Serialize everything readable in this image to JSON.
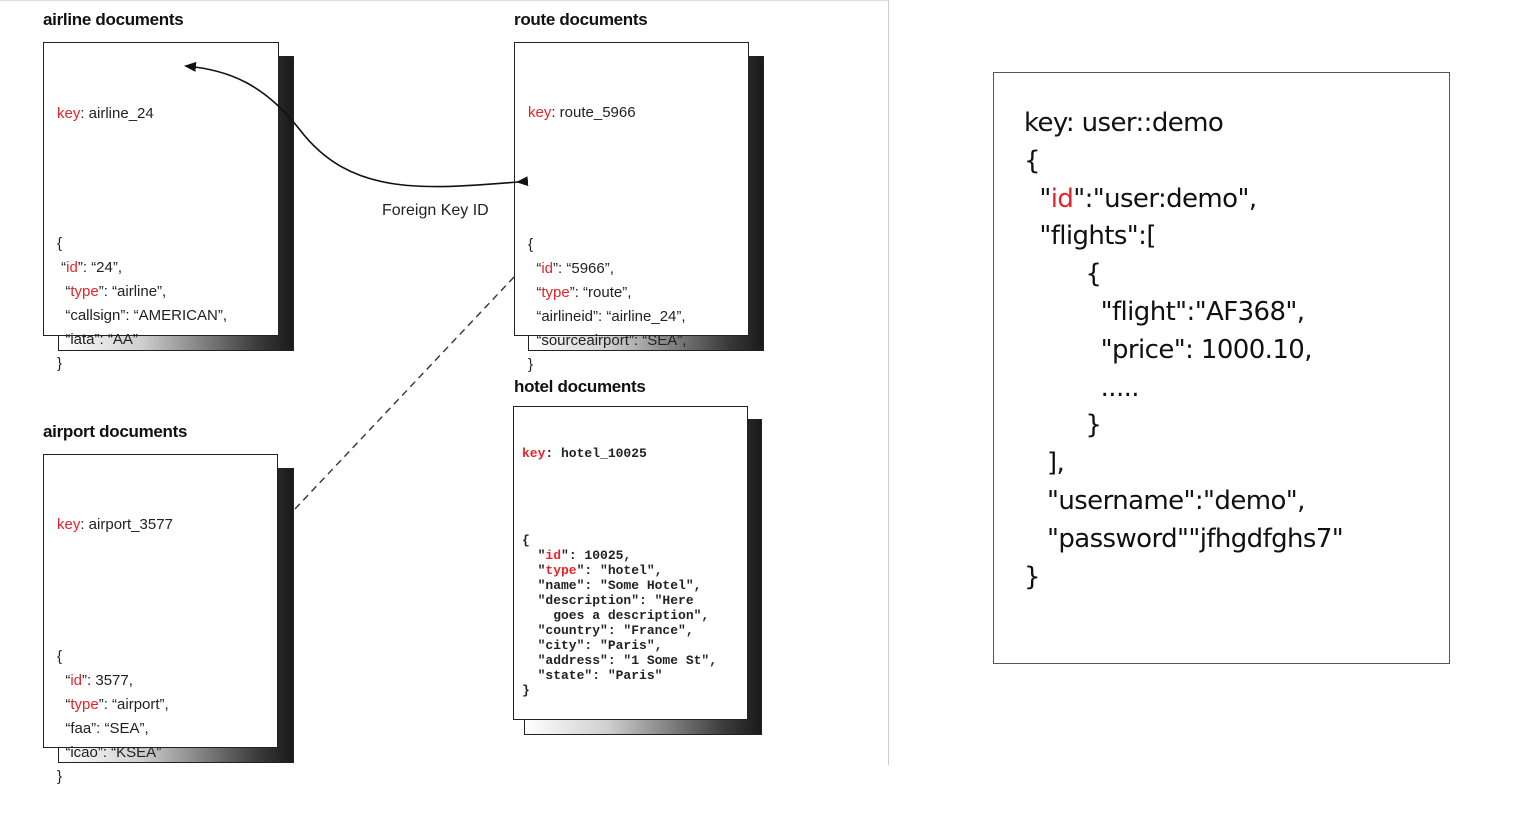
{
  "diagram": {
    "titles": {
      "airline": "airline documents",
      "route": "route documents",
      "airport": "airport documents",
      "hotel": "hotel documents"
    },
    "airline_doc": {
      "key_label": "key",
      "key_value": ": airline_24",
      "lines": [
        {
          "pre": "{",
          "red": "",
          "post": ""
        },
        {
          "pre": " “",
          "red": "id",
          "post": "”: “24”,"
        },
        {
          "pre": "  “",
          "red": "type",
          "post": "”: “airline”,"
        },
        {
          "pre": "  “callsign”: “AMERICAN”,",
          "red": "",
          "post": ""
        },
        {
          "pre": "  “iata”: “AA”",
          "red": "",
          "post": ""
        },
        {
          "pre": "}",
          "red": "",
          "post": ""
        }
      ]
    },
    "route_doc": {
      "key_label": "key",
      "key_value": ": route_5966",
      "lines": [
        {
          "pre": "{",
          "red": "",
          "post": ""
        },
        {
          "pre": "  “",
          "red": "id",
          "post": "”: “5966”,"
        },
        {
          "pre": "  “",
          "red": "type",
          "post": "”: “route”,"
        },
        {
          "pre": "  “airlineid”: “airline_24”,",
          "red": "",
          "post": ""
        },
        {
          "pre": "  “sourceairport”: “SEA”,",
          "red": "",
          "post": ""
        },
        {
          "pre": "}",
          "red": "",
          "post": ""
        }
      ]
    },
    "airport_doc": {
      "key_label": "key",
      "key_value": ": airport_3577",
      "lines": [
        {
          "pre": "{",
          "red": "",
          "post": ""
        },
        {
          "pre": "  “",
          "red": "id",
          "post": "”: 3577,"
        },
        {
          "pre": "  “",
          "red": "type",
          "post": "”: “airport”,"
        },
        {
          "pre": "  “faa”: “SEA”,",
          "red": "",
          "post": ""
        },
        {
          "pre": "  “icao”: “KSEA”",
          "red": "",
          "post": ""
        },
        {
          "pre": "}",
          "red": "",
          "post": ""
        }
      ]
    },
    "hotel_doc": {
      "key_label": "key",
      "key_value": ": hotel_10025",
      "lines": [
        {
          "pre": "{",
          "red": "",
          "post": ""
        },
        {
          "pre": "  \"",
          "red": "id",
          "post": "\": 10025,"
        },
        {
          "pre": "  \"",
          "red": "type",
          "post": "\": \"hotel\","
        },
        {
          "pre": "  \"name\": \"Some Hotel\",",
          "red": "",
          "post": ""
        },
        {
          "pre": "  \"description\": \"Here",
          "red": "",
          "post": ""
        },
        {
          "pre": "    goes a description\",",
          "red": "",
          "post": ""
        },
        {
          "pre": "  \"country\": \"France\",",
          "red": "",
          "post": ""
        },
        {
          "pre": "  \"city\": \"Paris\",",
          "red": "",
          "post": ""
        },
        {
          "pre": "  \"address\": \"1 Some St\",",
          "red": "",
          "post": ""
        },
        {
          "pre": "  \"state\": \"Paris\"",
          "red": "",
          "post": ""
        },
        {
          "pre": "}",
          "red": "",
          "post": ""
        }
      ]
    },
    "foreign_key_label": "Foreign Key ID"
  },
  "user_doc": {
    "lines": [
      {
        "pre": "key: user::demo",
        "red": "",
        "post": ""
      },
      {
        "pre": "{",
        "red": "",
        "post": ""
      },
      {
        "pre": "  \"",
        "red": "id",
        "post": "\":\"user:demo\","
      },
      {
        "pre": "  \"flights\":[",
        "red": "",
        "post": ""
      },
      {
        "pre": "        {",
        "red": "",
        "post": ""
      },
      {
        "pre": "          \"flight\":\"AF368\",",
        "red": "",
        "post": ""
      },
      {
        "pre": "          \"price\": 1000.10,",
        "red": "",
        "post": ""
      },
      {
        "pre": "          .....",
        "red": "",
        "post": ""
      },
      {
        "pre": "        }",
        "red": "",
        "post": ""
      },
      {
        "pre": "   ],",
        "red": "",
        "post": ""
      },
      {
        "pre": "   \"username\":\"demo\",",
        "red": "",
        "post": ""
      },
      {
        "pre": "   \"password\"\"jfhgdfghs7\"",
        "red": "",
        "post": ""
      },
      {
        "pre": "}",
        "red": "",
        "post": ""
      }
    ]
  },
  "colors": {
    "key_red": "#e5242a",
    "border": "#222222"
  }
}
